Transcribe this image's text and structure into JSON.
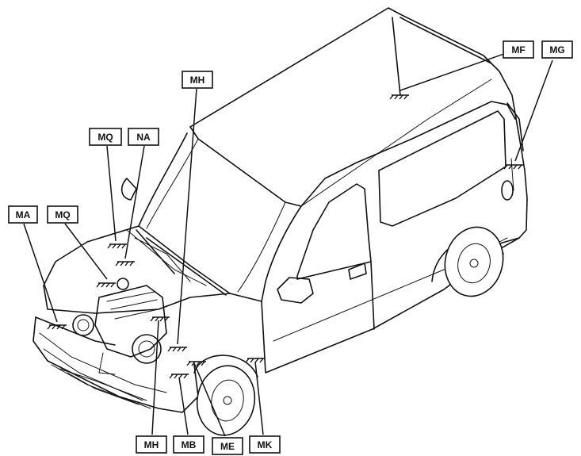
{
  "labels": {
    "ma": "MA",
    "mq1": "MQ",
    "mq2": "MQ",
    "na": "NA",
    "mh_top": "MH",
    "mf": "MF",
    "mg": "MG",
    "mh_bottom": "MH",
    "mb": "MB",
    "me": "ME",
    "mk": "MK"
  }
}
